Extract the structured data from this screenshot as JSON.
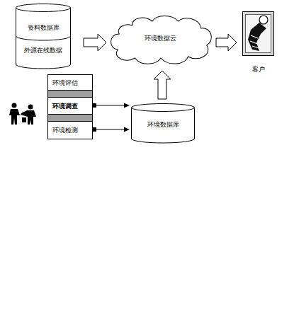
{
  "diagram": {
    "nodes": [
      {
        "text": [
          "资料数据库",
          "外源在线数据"
        ]
      },
      {
        "text": [
          "环境数据云"
        ]
      },
      {
        "text": [
          "客户"
        ]
      },
      {
        "text": [
          "环境评估"
        ]
      },
      {
        "text": [
          "环境调查"
        ]
      },
      {
        "text": [
          "环境检测"
        ]
      },
      {
        "text": [
          "环境数据库"
        ]
      }
    ],
    "edges": [
      {
        "from": 0,
        "to": 1,
        "arrow": "to"
      },
      {
        "from": 1,
        "to": 2,
        "arrow": "to"
      },
      {
        "from": 6,
        "to": 1,
        "arrow": "to"
      },
      {
        "from": 4,
        "to": 6,
        "arrow": "to"
      },
      {
        "from": 5,
        "to": 6,
        "arrow": "to"
      }
    ]
  }
}
